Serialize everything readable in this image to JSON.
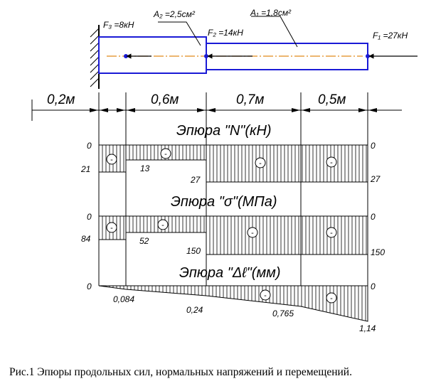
{
  "figure": {
    "caption": "Рис.1 Эпюры продольных сил, нормальных напряжений и перемещений.",
    "colors": {
      "bar": "#1a1ad6",
      "axis": "#e08a1a",
      "line": "#000000"
    }
  },
  "beam": {
    "areas": [
      {
        "label": "A₂ =2,5см²"
      },
      {
        "label": "A₁ =1,8см²"
      }
    ],
    "forces": [
      {
        "label": "F₃ =8кН"
      },
      {
        "label": "F₂ =14кН"
      },
      {
        "label": "F₁ =27кН"
      }
    ],
    "segments": [
      "0,2м",
      "0,6м",
      "0,7м",
      "0,5м"
    ]
  },
  "diagrams": {
    "N": {
      "title": "Эпюра \"N\"(кН)",
      "sign": "-",
      "values": {
        "left_zero": "0",
        "right_zero": "0",
        "v1": "21",
        "v2": "13",
        "v3": "27",
        "v4": "27"
      }
    },
    "sigma": {
      "title": "Эпюра \"σ\"(МПа)",
      "sign": "-",
      "values": {
        "left_zero": "0",
        "right_zero": "0",
        "v1": "84",
        "v2": "52",
        "v3": "150",
        "v4": "150"
      }
    },
    "delta": {
      "title": "Эпюра \"Δℓ\"(мм)",
      "sign": "-",
      "values": {
        "left_zero": "0",
        "right_zero": "0",
        "v1": "0,084",
        "v2": "0,24",
        "v3": "0,765",
        "v4": "1,14"
      }
    }
  }
}
